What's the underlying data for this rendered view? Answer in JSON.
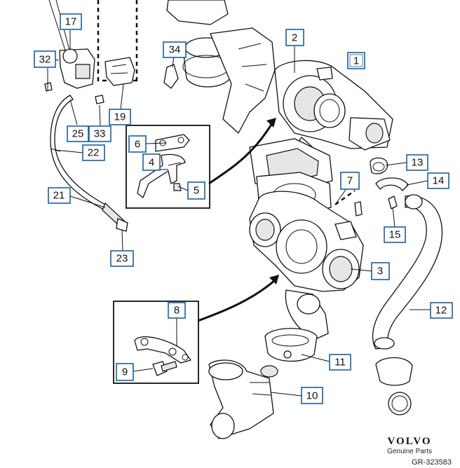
{
  "figure": {
    "callouts": [
      "1",
      "2",
      "3",
      "4",
      "5",
      "6",
      "7",
      "8",
      "9",
      "10",
      "11",
      "12",
      "13",
      "14",
      "15",
      "17",
      "19",
      "21",
      "22",
      "23",
      "25",
      "32",
      "33",
      "34"
    ]
  },
  "brand": {
    "name": "VOLVO",
    "subtitle": "Genuine Parts",
    "code": "GR-323583"
  }
}
